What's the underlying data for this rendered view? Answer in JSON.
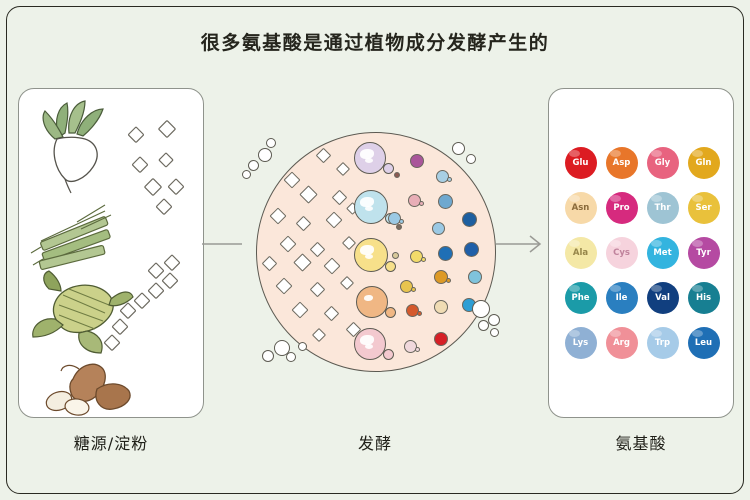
{
  "title": "很多氨基酸是通过植物成分发酵产生的",
  "background_color": "#edf2e9",
  "frame_color": "#2a2a22",
  "captions": {
    "left": "糖源/淀粉",
    "middle": "发酵",
    "right": "氨基酸"
  },
  "panels": {
    "left": {
      "name": "sugar-starch-sources",
      "items": [
        {
          "label": "sugar-beet",
          "colors": [
            "#8fb07a",
            "#ffffff"
          ]
        },
        {
          "label": "sugarcane",
          "colors": [
            "#a8bf88"
          ]
        },
        {
          "label": "corn",
          "colors": [
            "#b9c77f",
            "#8da35c"
          ]
        },
        {
          "label": "cassava",
          "colors": [
            "#b5825a",
            "#f2ece0"
          ]
        },
        {
          "label": "sugar-crystals",
          "colors": [
            "#ffffff"
          ]
        },
        {
          "label": "starch-chain",
          "colors": [
            "#ffffff"
          ]
        }
      ]
    },
    "middle": {
      "name": "fermentation-vessel",
      "broth_color": "#fbe7da",
      "outline_color": "#5c5a52",
      "microbes": [
        {
          "label": "microbe-purple",
          "color": "#ded0e8"
        },
        {
          "label": "microbe-blue",
          "color": "#bfe2ec"
        },
        {
          "label": "microbe-yellow",
          "color": "#f7e08a"
        },
        {
          "label": "microbe-orange",
          "color": "#f0b784"
        },
        {
          "label": "microbe-pink",
          "color": "#f3c9cf"
        }
      ],
      "product_dots": [
        "#a9569a",
        "#a8cfe4",
        "#e8aeb7",
        "#6fa8cf",
        "#5f97c8",
        "#9bc9e4",
        "#1d5fa0",
        "#2f7cc0",
        "#1f6fb5",
        "#7fc3dc",
        "#8cc7e0",
        "#f2db6a",
        "#dd9a26",
        "#e8c44e",
        "#efd37a",
        "#d4592c",
        "#f0dcb4",
        "#2e9ed4",
        "#d61f26",
        "#f0d8dc"
      ]
    },
    "right": {
      "name": "amino-acid-chart"
    }
  },
  "amino_acids": [
    {
      "code": "Glu",
      "color": "#dc1c22",
      "text": "#ffffff"
    },
    {
      "code": "Asp",
      "color": "#e8762a",
      "text": "#ffffff"
    },
    {
      "code": "Gly",
      "color": "#e8637f",
      "text": "#ffffff"
    },
    {
      "code": "Gln",
      "color": "#e2a81d",
      "text": "#ffffff"
    },
    {
      "code": "Asn",
      "color": "#f7d9a8",
      "text": "#8a6a3a"
    },
    {
      "code": "Pro",
      "color": "#d62a7e",
      "text": "#ffffff"
    },
    {
      "code": "Thr",
      "color": "#9ec4d4",
      "text": "#ffffff"
    },
    {
      "code": "Ser",
      "color": "#e9c13b",
      "text": "#ffffff"
    },
    {
      "code": "Ala",
      "color": "#f4e8a6",
      "text": "#96864a"
    },
    {
      "code": "Cys",
      "color": "#f6d3dd",
      "text": "#c0839c"
    },
    {
      "code": "Met",
      "color": "#33b4df",
      "text": "#ffffff"
    },
    {
      "code": "Tyr",
      "color": "#b54aa2",
      "text": "#ffffff"
    },
    {
      "code": "Phe",
      "color": "#1b9ba8",
      "text": "#ffffff"
    },
    {
      "code": "Ile",
      "color": "#2a7fc0",
      "text": "#ffffff"
    },
    {
      "code": "Val",
      "color": "#113f7f",
      "text": "#ffffff"
    },
    {
      "code": "His",
      "color": "#177f92",
      "text": "#ffffff"
    },
    {
      "code": "Lys",
      "color": "#8fb0d4",
      "text": "#ffffff"
    },
    {
      "code": "Arg",
      "color": "#f09098",
      "text": "#ffffff"
    },
    {
      "code": "Trp",
      "color": "#a6cbe8",
      "text": "#ffffff"
    },
    {
      "code": "Leu",
      "color": "#1f6fb5",
      "text": "#ffffff"
    }
  ],
  "arrows": {
    "color": "#9a9a95",
    "left_arrow_label": "arrow-sources-to-fermentation",
    "right_arrow_label": "arrow-fermentation-to-amino-acids"
  }
}
